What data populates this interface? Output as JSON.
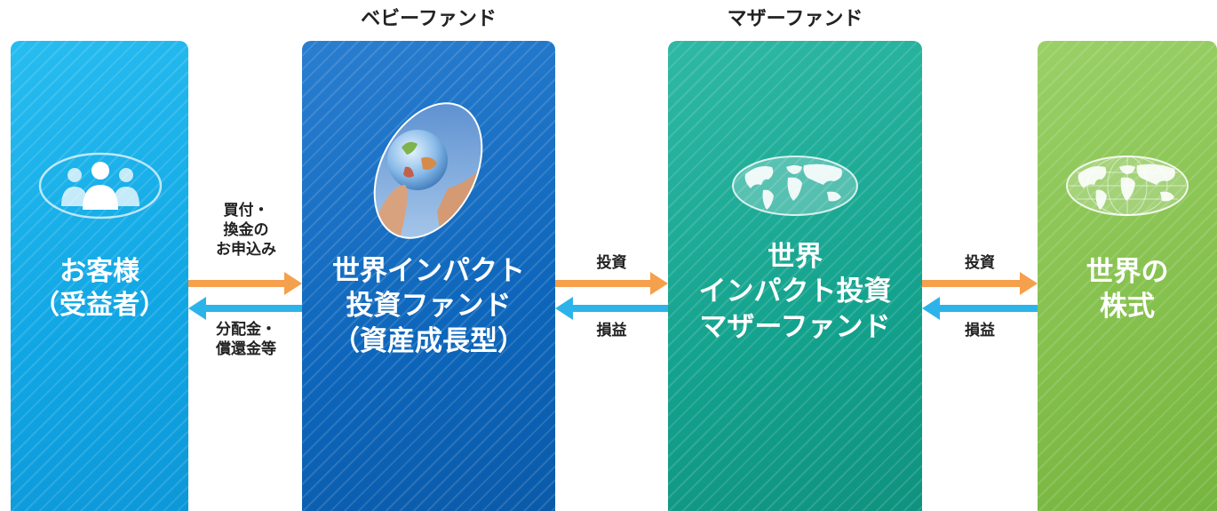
{
  "headers": {
    "baby_fund": "ベビーファンド",
    "mother_fund": "マザーファンド"
  },
  "panels": {
    "customer": "お客様\n（受益者）",
    "baby_fund": "世界インパクト\n投資ファンド\n（資産成長型）",
    "mother_fund": "世界\nインパクト投資\nマザーファンド",
    "stocks": "世界の\n株式"
  },
  "flows": {
    "customer_to_baby": "買付・\n換金の\nお申込み",
    "baby_to_customer": "分配金・\n償還金等",
    "baby_to_mother": "投資",
    "mother_to_baby": "損益",
    "mother_to_stocks": "投資",
    "stocks_to_mother": "損益"
  },
  "colors": {
    "customer_panel": "#10a6e4",
    "baby_panel": "#0d66bb",
    "mother_panel": "#13a28d",
    "stocks_panel": "#84c04c",
    "arrow_forward": "#f5a04c",
    "arrow_back": "#2cb4ea"
  },
  "icons": {
    "customer": "people-group-icon",
    "baby_fund": "globe-in-hands-photo",
    "mother_fund": "world-map-icon",
    "stocks": "world-grid-map-icon"
  }
}
